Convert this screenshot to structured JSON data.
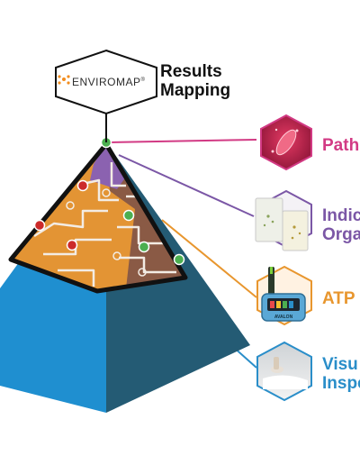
{
  "brand": {
    "name": "ENVIROMAP",
    "trademark": "®"
  },
  "title": {
    "line1": "Results",
    "line2": "Mapping"
  },
  "categories": [
    {
      "id": "path",
      "line1": "Path",
      "line2": "",
      "color": "#d23a84"
    },
    {
      "id": "indic",
      "line1": "Indic",
      "line2": "Orga",
      "color": "#7b57a6"
    },
    {
      "id": "atp",
      "line1": "ATP",
      "line2": "",
      "color": "#e8962e"
    },
    {
      "id": "visu",
      "line1": "Visu",
      "line2": "Inspe",
      "color": "#2a8ec9"
    }
  ],
  "device": {
    "screen_text": "AVALON"
  },
  "colors": {
    "pyramid_left": "#1f8fd0",
    "pyramid_right": "#245b74",
    "map_orange": "#e39434",
    "map_brown": "#8a5a45",
    "map_purple": "#8b62b0",
    "status_green": "#4caf50",
    "status_red": "#cc2a2a",
    "logo_orange": "#f28c1e"
  },
  "icons": [
    "enviromap-logo-icon",
    "pathogen-icon",
    "petri-plates-icon",
    "atp-meter-icon",
    "surface-cleaning-icon"
  ]
}
